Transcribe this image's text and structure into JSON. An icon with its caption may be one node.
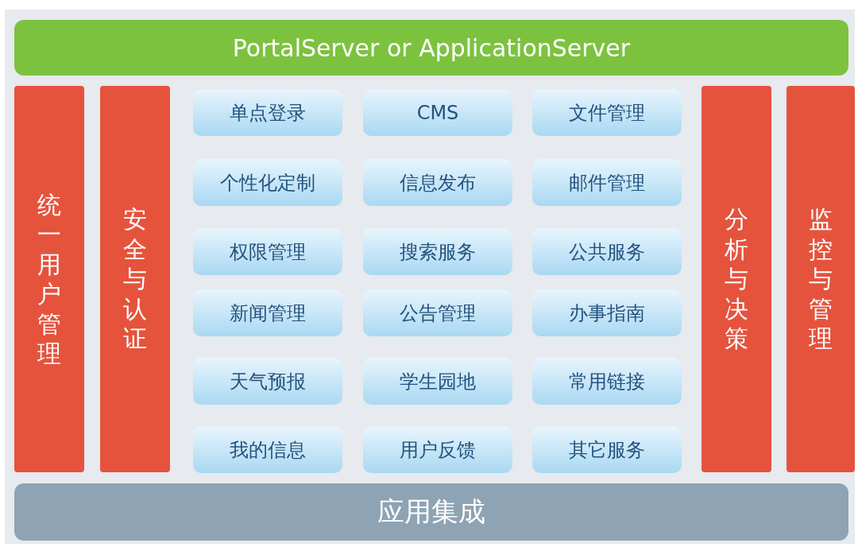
{
  "diagram": {
    "nodes": [
      {
        "text": [
          "PortalServer or ApplicationServer"
        ]
      },
      {
        "text": [
          "统一用户管理"
        ]
      },
      {
        "text": [
          "安全与认证"
        ]
      },
      {
        "text": [
          "单点登录"
        ]
      },
      {
        "text": [
          "CMS"
        ]
      },
      {
        "text": [
          "文件管理"
        ]
      },
      {
        "text": [
          "个性化定制"
        ]
      },
      {
        "text": [
          "信息发布"
        ]
      },
      {
        "text": [
          "邮件管理"
        ]
      },
      {
        "text": [
          "权限管理"
        ]
      },
      {
        "text": [
          "搜索服务"
        ]
      },
      {
        "text": [
          "公共服务"
        ]
      },
      {
        "text": [
          "新闻管理"
        ]
      },
      {
        "text": [
          "公告管理"
        ]
      },
      {
        "text": [
          "办事指南"
        ]
      },
      {
        "text": [
          "天气预报"
        ]
      },
      {
        "text": [
          "学生园地"
        ]
      },
      {
        "text": [
          "常用链接"
        ]
      },
      {
        "text": [
          "我的信息"
        ]
      },
      {
        "text": [
          "用户反馈"
        ]
      },
      {
        "text": [
          "其它服务"
        ]
      },
      {
        "text": [
          "分析与决策"
        ]
      },
      {
        "text": [
          "监控与管理"
        ]
      },
      {
        "text": [
          "应用集成"
        ]
      }
    ]
  }
}
